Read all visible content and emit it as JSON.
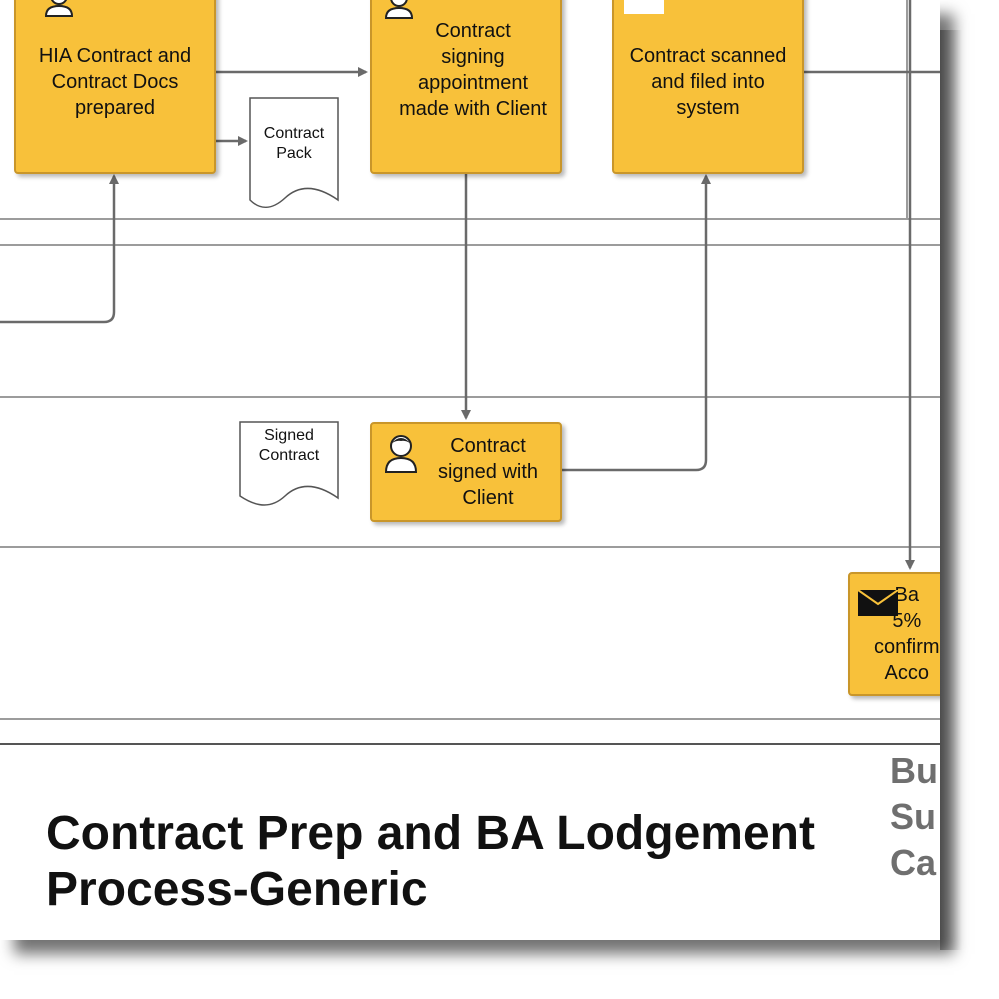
{
  "diagram": {
    "tasks": {
      "hia_contract": "HIA Contract and\nContract Docs\nprepared",
      "signing_appointment": "Contract\nsigning\nappointment\nmade with Client",
      "scanned_filed": "Contract scanned\nand filed into\nsystem",
      "signed_with_client": "Contract\nsigned with\nClient",
      "ba_confirm": "Ba\n5%\nconfirm\nAcco"
    },
    "documents": {
      "contract_pack": "Contract\nPack",
      "signed_contract": "Signed\nContract"
    },
    "icons": {
      "person": "user-icon",
      "envelope": "envelope-icon",
      "document": "document-icon"
    },
    "colors": {
      "task_fill": "#f8c13a",
      "task_border": "#c9962a",
      "connector": "#6a6a6a",
      "lane_line": "#9c9c9c"
    }
  },
  "footer": {
    "title": "Contract Prep and BA Lodgement\nProcess-Generic",
    "side_label": "Bu\nSu\nCa"
  }
}
